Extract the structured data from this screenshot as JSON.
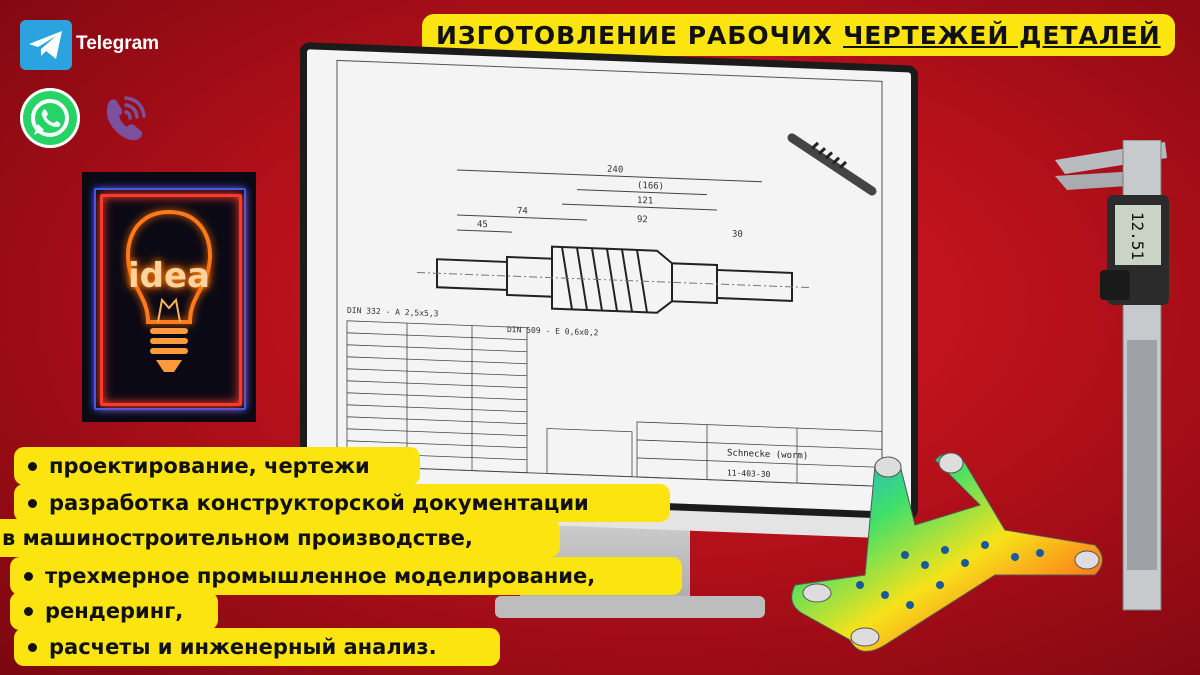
{
  "title": {
    "part1": "ИЗГОТОВЛЕНИЕ РАБОЧИХ",
    "part2": "ЧЕРТЕЖЕЙ ДЕТАЛЕЙ"
  },
  "social": {
    "telegram_label": "Telegram"
  },
  "idea_card": {
    "text": "idea"
  },
  "bullets": [
    "проектирование, чертежи",
    "разработка конструкторской документации",
    "в машиностроительном производстве,",
    "трехмерное промышленное моделирование,",
    "рендеринг,",
    "расчеты и инженерный анализ."
  ],
  "drawing": {
    "dim_total": "240",
    "dim_166": "(166)",
    "dim_121": "121",
    "dim_74": "74",
    "dim_45": "45",
    "dim_92": "92",
    "dim_30": "30",
    "title_block_name": "Schnecke (worm)",
    "title_block_number": "11-403-30",
    "note_din1": "DIN 332 - A 2,5x5,3",
    "note_din2": "DIN 509 - E 0,6x0,2"
  },
  "caliper": {
    "reading": "12.51"
  },
  "colors": {
    "accent": "#fbe410",
    "background": "#b5101a",
    "telegram": "#2aa3df",
    "whatsapp": "#25d366",
    "viber": "#7b519d"
  }
}
